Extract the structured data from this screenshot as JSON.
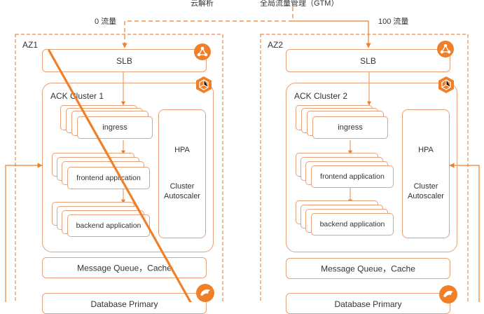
{
  "top": {
    "dns": "云解析",
    "gtm": "全局流量管理（GTM）",
    "left_traffic": "0 流量",
    "right_traffic": "100 流量"
  },
  "az1": {
    "label": "AZ1",
    "slb": "SLB",
    "cluster": "ACK Cluster 1",
    "ingress": "ingress",
    "frontend": "frontend application",
    "backend": "backend application",
    "hpa": "HPA",
    "autoscaler": "Cluster\nAutoscaler",
    "mq": "Message Queue，Cache",
    "db": "Database Primary"
  },
  "az2": {
    "label": "AZ2",
    "slb": "SLB",
    "cluster": "ACK Cluster 2",
    "ingress": "ingress",
    "frontend": "frontend application",
    "backend": "backend application",
    "hpa": "HPA",
    "autoscaler": "Cluster\nAutoscaler",
    "mq": "Message Queue，Cache",
    "db": "Database Primary"
  },
  "colors": {
    "accent": "#f07f2a",
    "border": "#e5a27a",
    "dashed": "#e58a4e",
    "strike": "#f07f2a"
  },
  "icons": {
    "slb": "slb-network-icon",
    "cluster": "ack-cluster-icon",
    "db": "database-dolphin-icon"
  }
}
